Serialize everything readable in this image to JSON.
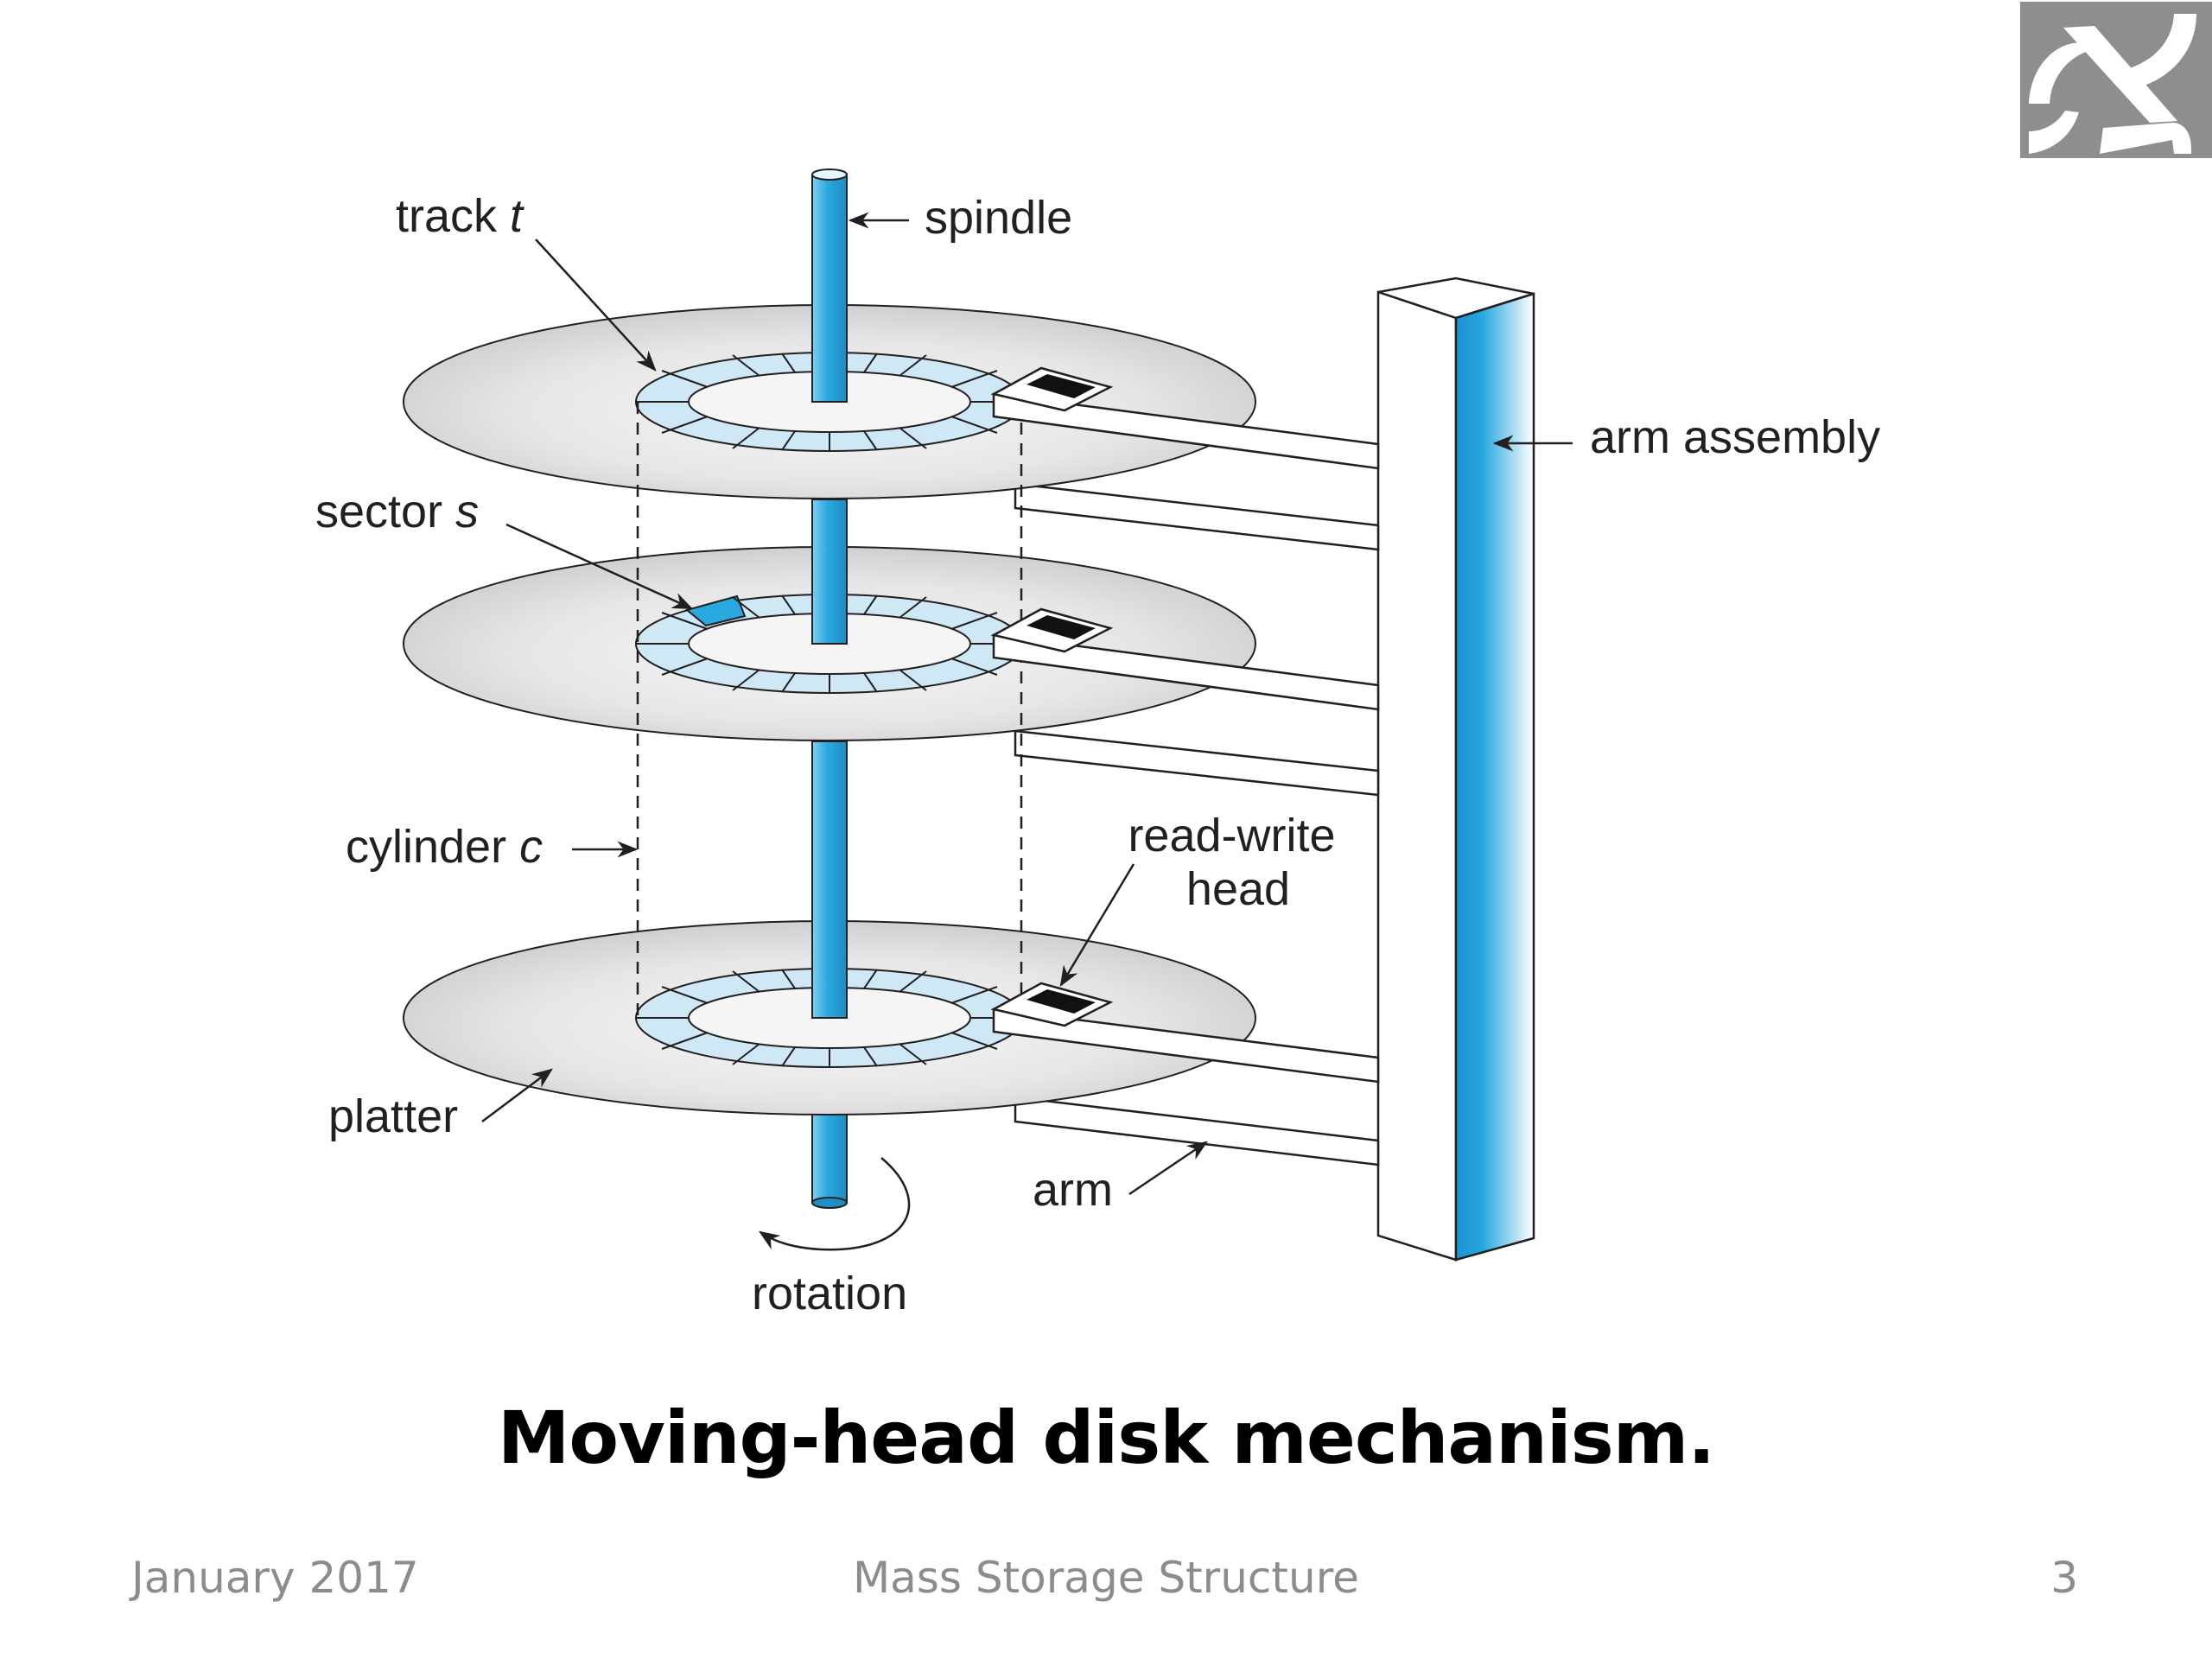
{
  "diagram": {
    "labels": {
      "track": "track",
      "track_var": "t",
      "spindle": "spindle",
      "arm_assembly": "arm assembly",
      "sector": "sector",
      "sector_var": "s",
      "cylinder": "cylinder",
      "cylinder_var": "c",
      "read_write_line1": "read-write",
      "read_write_line2": "head",
      "platter": "platter",
      "arm": "arm",
      "rotation": "rotation"
    },
    "colors": {
      "accent": "#29a8e0",
      "track_fill": "#cfe8f6",
      "platter": "#dcdcdc",
      "logo_bg": "#8e8e8e"
    }
  },
  "caption": "Moving-head disk mechanism.",
  "footer": {
    "date": "January 2017",
    "title": "Mass Storage Structure",
    "page": "3"
  },
  "logo": {
    "icon": "university-logo-icon"
  }
}
